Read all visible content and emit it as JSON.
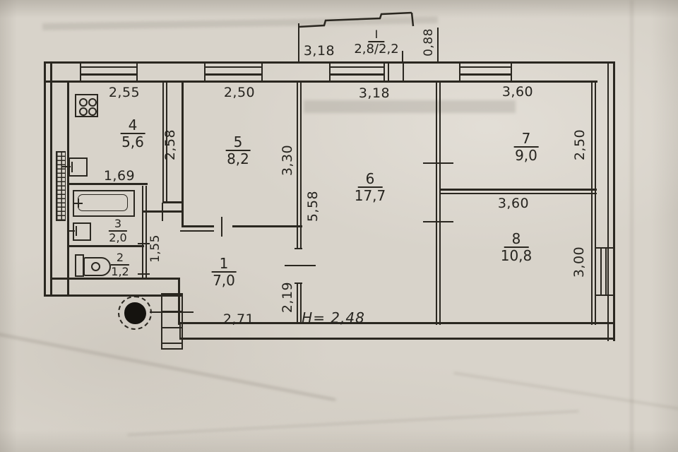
{
  "plan": {
    "balcony": {
      "num": "I",
      "area": "2,8/2,2",
      "width": "3,18",
      "depth": "0,88"
    },
    "rooms": {
      "r1": {
        "num": "1",
        "area": "7,0"
      },
      "r2": {
        "num": "2",
        "area": "1,2"
      },
      "r3": {
        "num": "3",
        "area": "2,0"
      },
      "r4": {
        "num": "4",
        "area": "5,6"
      },
      "r5": {
        "num": "5",
        "area": "8,2"
      },
      "r6": {
        "num": "6",
        "area": "17,7"
      },
      "r7": {
        "num": "7",
        "area": "9,0"
      },
      "r8": {
        "num": "8",
        "area": "10,8"
      }
    },
    "dims": {
      "r4_top": "2,55",
      "r4_side": "2,58",
      "r4_inner": "1,69",
      "r5_top": "2,50",
      "r5_side": "3,30",
      "r6_top": "3,18",
      "r6_side": "5,58",
      "r7_top": "3,60",
      "r7_side": "2,50",
      "r8_top": "3,60",
      "r8_side": "3,00",
      "hall_bottom": "2,71",
      "hall_side": "2,19",
      "wc_side": "1,55"
    },
    "notes": {
      "height": "H= 2,48"
    }
  }
}
